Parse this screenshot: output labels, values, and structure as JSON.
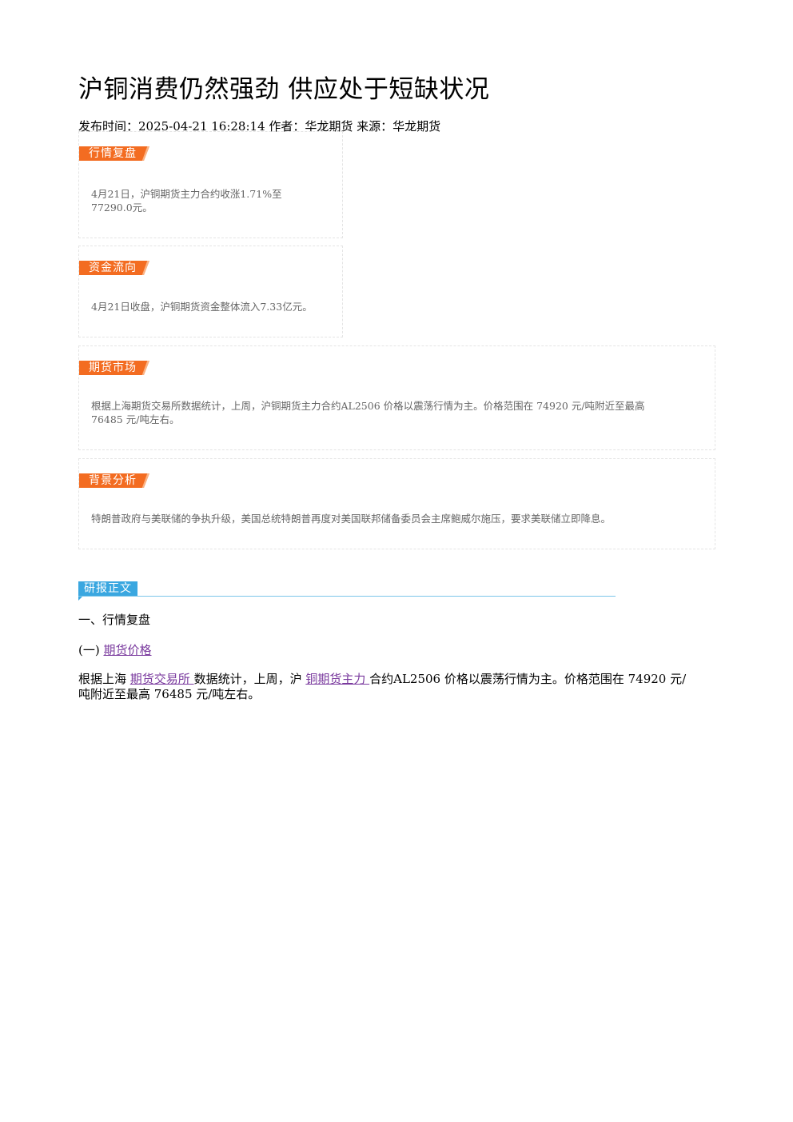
{
  "article": {
    "title": "沪铜消费仍然强劲 供应处于短缺状况",
    "meta": "发布时间：2025-04-21 16:28:14 作者：华龙期货 来源：华龙期货"
  },
  "cards": [
    {
      "tag": "行情复盘",
      "lines": [
        "4月21日，沪铜期货主力合约收涨1.71%至",
        "77290.0元。"
      ]
    },
    {
      "tag": "资金流向",
      "lines": [
        "4月21日收盘，沪铜期货资金整体流入7.33亿元。"
      ]
    },
    {
      "tag": "期货市场",
      "lines": [
        "根据上海期货交易所数据统计，上周，沪铜期货主力合约AL2506 价格以震荡行情为主。价格范围在 74920 元/吨附近至最高",
        "76485 元/吨左右。"
      ]
    },
    {
      "tag": "背景分析",
      "lines": [
        "特朗普政府与美联储的争执升级，美国总统特朗普再度对美国联邦储备委员会主席鲍威尔施压，要求美联储立即降息。"
      ]
    }
  ],
  "report": {
    "banner": "研报正文",
    "heading": "一、行情复盘",
    "sub_prefix": "(一) ",
    "sub_link": "期货价格 ",
    "para": {
      "t1": "根据上海 ",
      "link1": "期货交易所 ",
      "t2": "数据统计，上周，沪 ",
      "link2": "铜期货主力 ",
      "t3": "合约AL2506 价格以震荡行情为主。价格范围在 74920 元/",
      "t4": "吨附近至最高 76485 元/吨左右。"
    }
  },
  "colors": {
    "card_tag": "#f36c21",
    "banner_tag": "#3aa7e0",
    "link": "#7a3a9e"
  }
}
